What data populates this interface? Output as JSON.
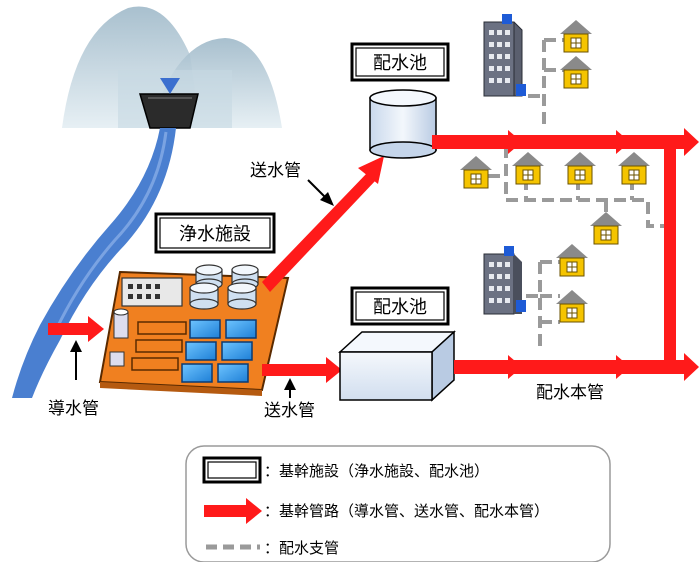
{
  "labels": {
    "treatment_plant": "浄水施設",
    "reservoir_top": "配水池",
    "reservoir_bottom": "配水池",
    "transmission_pipe_top": "送水管",
    "transmission_pipe_bottom": "送水管",
    "conveyance_pipe": "導水管",
    "distribution_main": "配水本管"
  },
  "legend": {
    "facility": "：基幹施設（浄水施設、配水池）",
    "main_pipe": "：基幹管路（導水管、送水管、配水本管）",
    "branch_pipe": "：配水支管"
  },
  "colors": {
    "main_pipe": "#ff1a1a",
    "branch_pipe": "#9a9a9a",
    "river": "#4a7fd0",
    "plant_base": "#f08020",
    "house": "#f5c400",
    "roof": "#8a8a8a",
    "building": "#5a5f6e",
    "reservoir": "#dde8f5"
  }
}
